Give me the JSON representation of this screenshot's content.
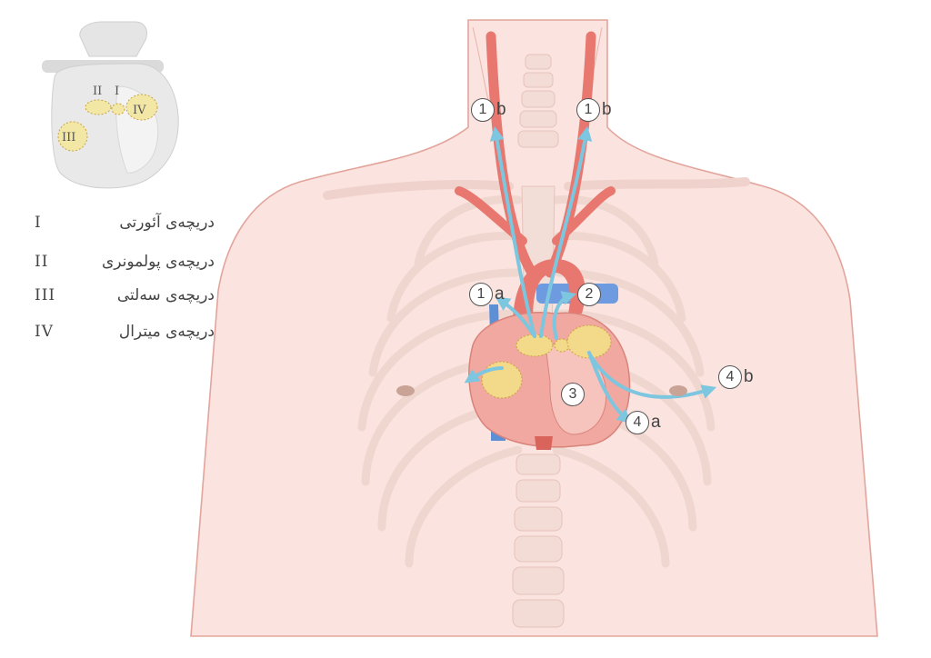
{
  "inset": {
    "labels": {
      "aortic": "I",
      "pulmonary": "II",
      "tricuspid": "III",
      "mitral": "IV"
    }
  },
  "legend": [
    {
      "numeral": "I",
      "text": "دریچه‌ی آئورتی"
    },
    {
      "numeral": "II",
      "text": "دریچه‌ی پولمونری"
    },
    {
      "numeral": "III",
      "text": "دریچه‌ی سه‌لتی"
    },
    {
      "numeral": "IV",
      "text": "دریچه‌ی میترال"
    }
  ],
  "markers": [
    {
      "number": "1",
      "suffix": "b"
    },
    {
      "number": "1",
      "suffix": "b"
    },
    {
      "number": "1",
      "suffix": "a"
    },
    {
      "number": "2",
      "suffix": ""
    },
    {
      "number": "3",
      "suffix": ""
    },
    {
      "number": "4",
      "suffix": "a"
    },
    {
      "number": "4",
      "suffix": "b"
    }
  ],
  "colors": {
    "skin": "#fbe3df",
    "skin_outline": "#e2a59c",
    "bone": "#f0d9d4",
    "artery": "#e7776f",
    "vein": "#5d8fd6",
    "flow": "#7cc6e0",
    "valve": "#f3d98a",
    "valve_outline": "#c9a43c"
  }
}
